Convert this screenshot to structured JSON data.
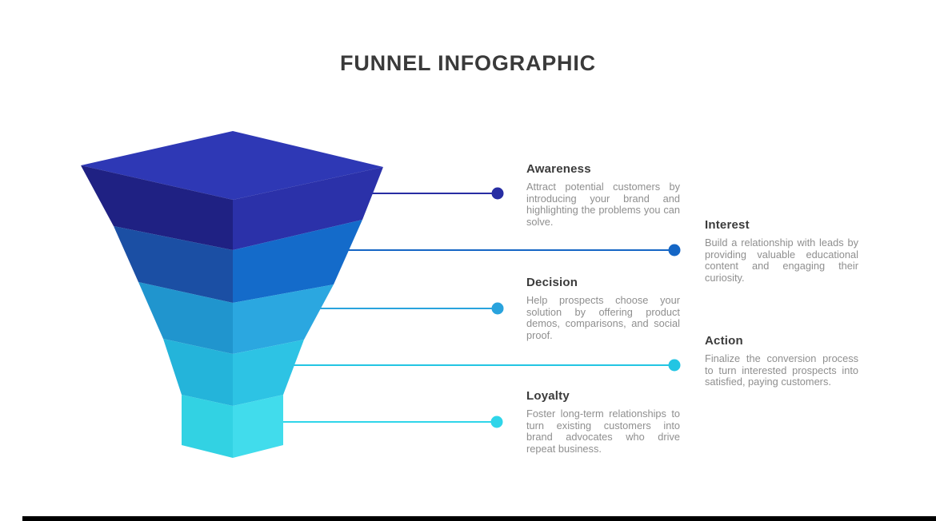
{
  "page": {
    "title": "FUNNEL INFOGRAPHIC",
    "background": "#ffffff",
    "title_color": "#3a3a3a",
    "footer_bar_color": "#000000"
  },
  "text_colors": {
    "heading": "#3b3b3b",
    "body": "#8f8f8f"
  },
  "funnel": {
    "top_face_color": "#2e38b5",
    "stages": [
      {
        "label": "Awareness",
        "description": "Attract potential customers by introducing your brand and highlighting the problems you can solve.",
        "accent": "#272da3",
        "left_face": "#1f2183",
        "right_face": "#2b31a9"
      },
      {
        "label": "Interest",
        "description": "Build a relationship with leads by providing valuable educational content and engaging their curiosity.",
        "accent": "#1566c5",
        "left_face": "#1b4fa4",
        "right_face": "#146bca"
      },
      {
        "label": "Decision",
        "description": "Help prospects choose your solution by offering product demos, comparisons, and social proof.",
        "accent": "#29a3dd",
        "left_face": "#2095ce",
        "right_face": "#2ba7e0"
      },
      {
        "label": "Action",
        "description": "Finalize the conversion process to turn interested prospects into satisfied, paying customers.",
        "accent": "#23c5e3",
        "left_face": "#24b4da",
        "right_face": "#2dc3e4"
      },
      {
        "label": "Loyalty",
        "description": "Foster long-term relationships to turn existing customers into brand advocates who drive repeat business.",
        "accent": "#2fd5e9",
        "left_face": "#32d2e3",
        "right_face": "#41dcec"
      }
    ]
  }
}
